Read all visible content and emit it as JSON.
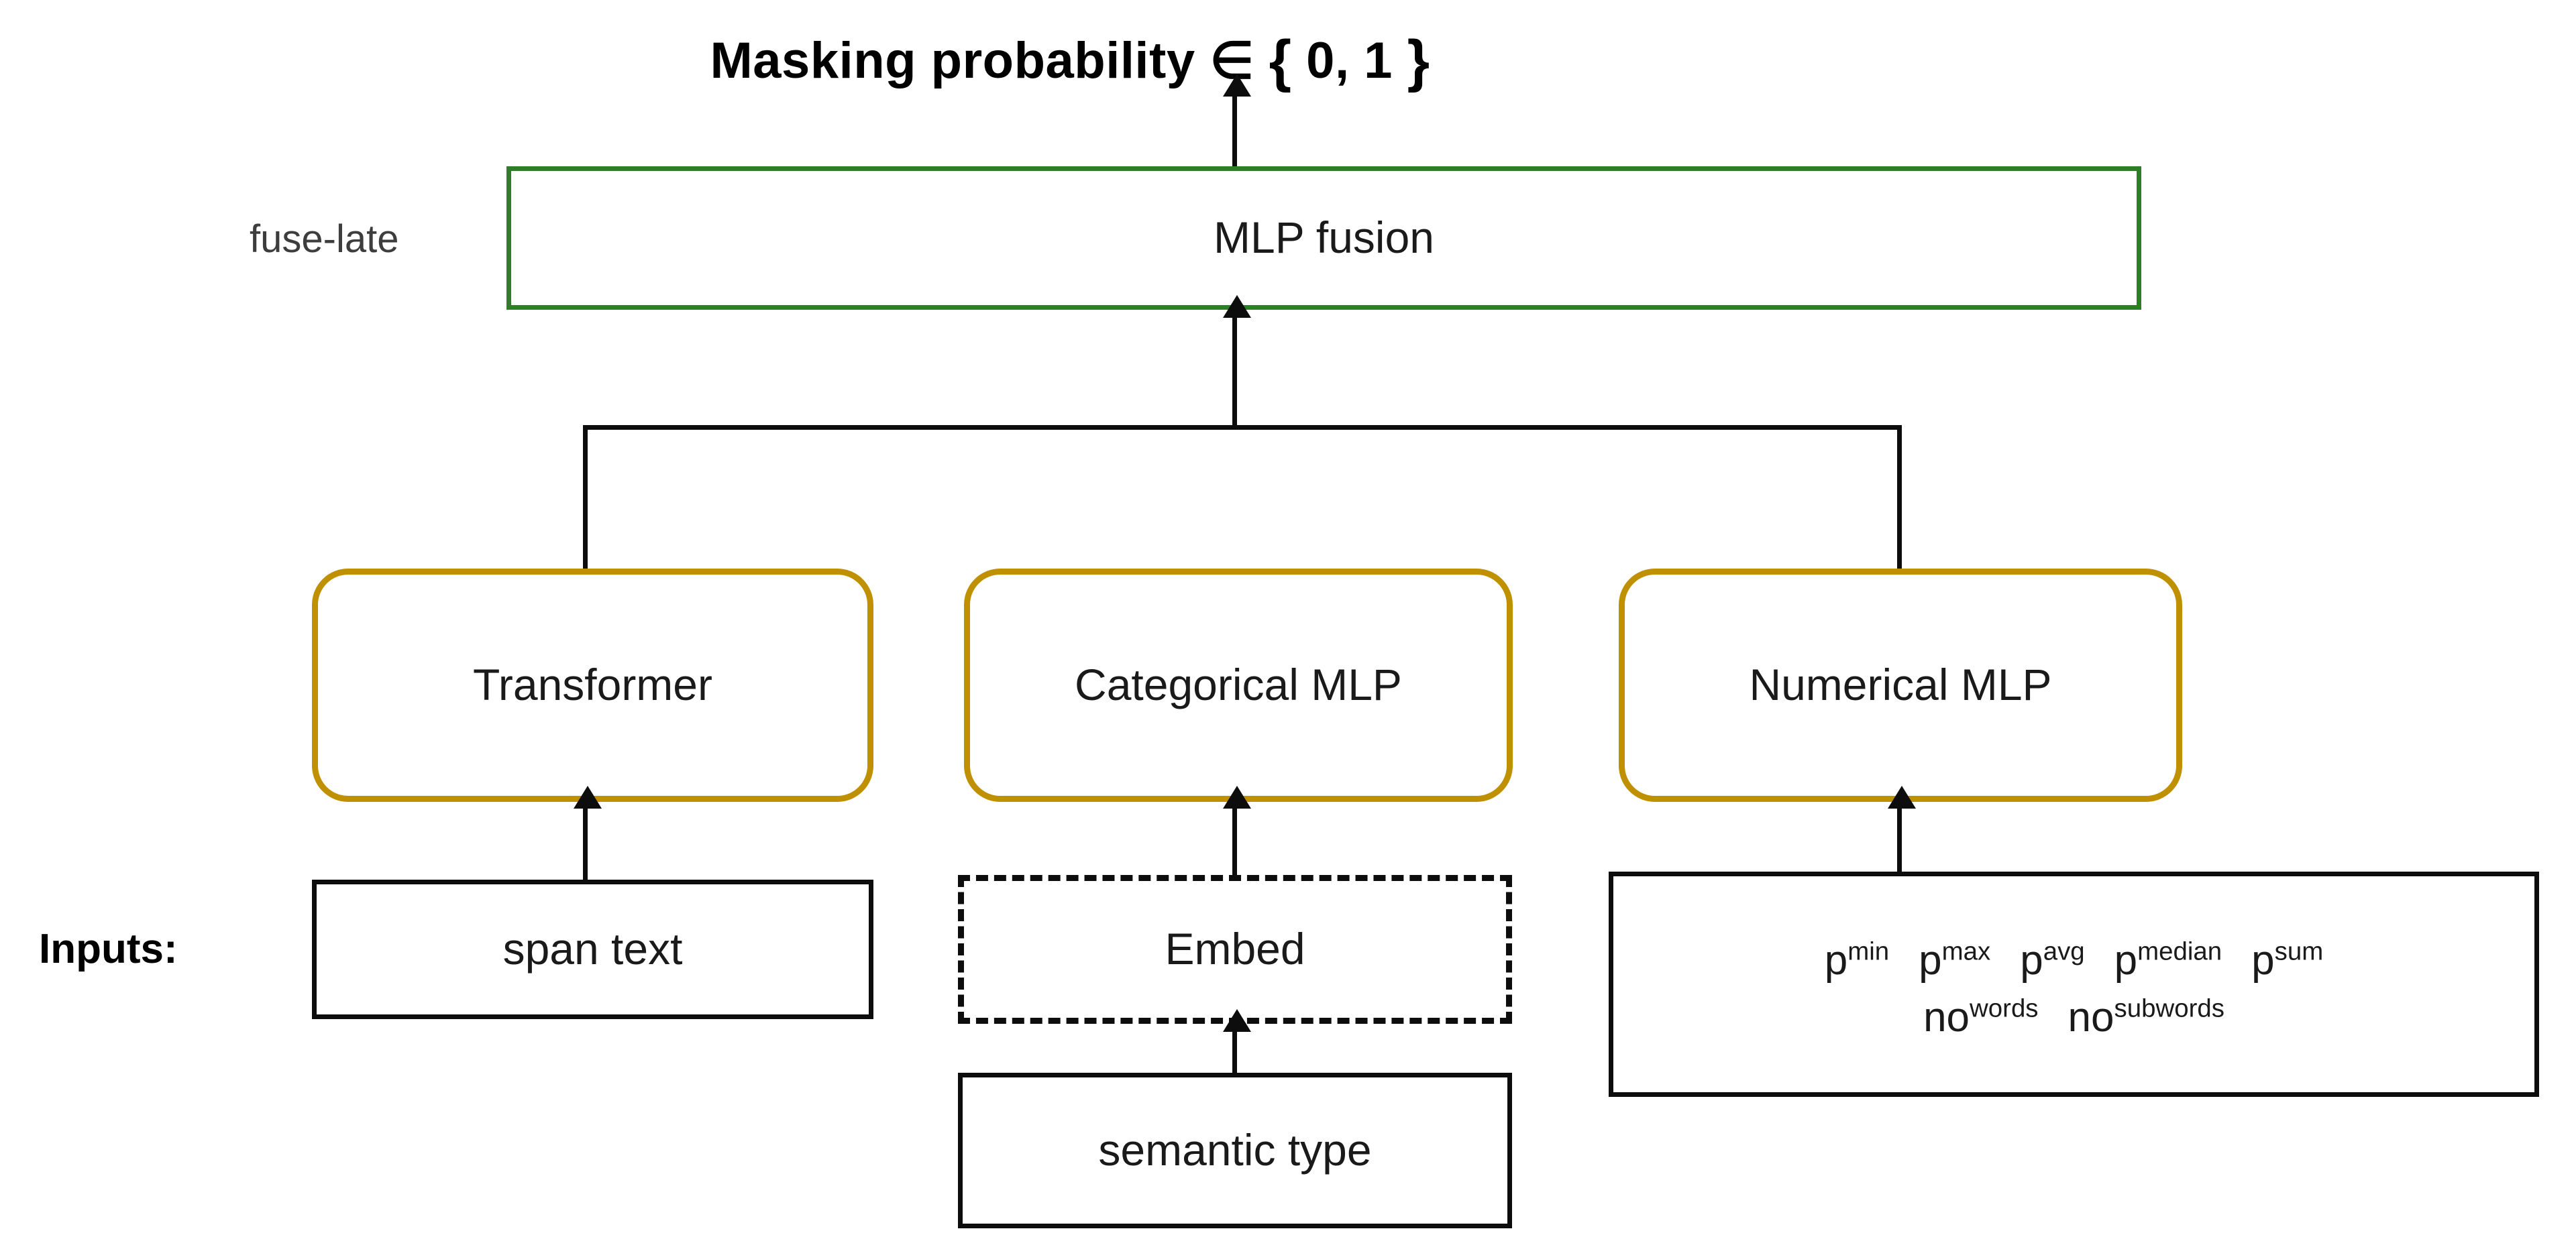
{
  "diagram": {
    "title": {
      "text_before": "Masking probability",
      "member_symbol": "∈",
      "set_open": "{",
      "set_values": "0, 1",
      "set_close": "}",
      "full": "Masking probability ∈ { 0, 1 }"
    },
    "labels": {
      "fuse_late": "fuse-late",
      "inputs": "Inputs:"
    },
    "fusion": {
      "label": "MLP fusion",
      "border_color": "#2e7d27"
    },
    "encoders": [
      {
        "label": "Transformer",
        "border_color": "#bf9000"
      },
      {
        "label": "Categorical MLP",
        "border_color": "#bf9000"
      },
      {
        "label": "Numerical MLP",
        "border_color": "#bf9000"
      }
    ],
    "inputs": {
      "span_text": {
        "label": "span text",
        "border_style": "solid"
      },
      "embed": {
        "label": "Embed",
        "border_style": "dashed"
      },
      "semantic_type": {
        "label": "semantic type",
        "border_style": "solid"
      },
      "numerical_features": {
        "border_style": "solid",
        "row1": [
          {
            "base": "p",
            "sup": "min"
          },
          {
            "base": "p",
            "sup": "max"
          },
          {
            "base": "p",
            "sup": "avg"
          },
          {
            "base": "p",
            "sup": "median"
          },
          {
            "base": "p",
            "sup": "sum"
          }
        ],
        "row2": [
          {
            "base": "no",
            "sup": "words"
          },
          {
            "base": "no",
            "sup": "subwords"
          }
        ]
      }
    }
  }
}
